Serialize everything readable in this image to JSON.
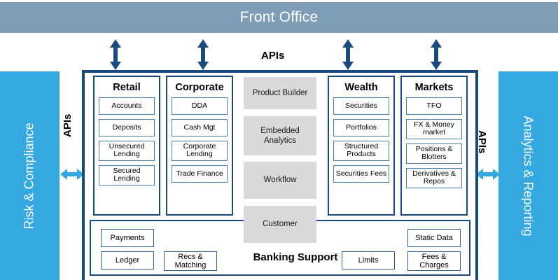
{
  "banner": {
    "title": "Front Office"
  },
  "rails": {
    "left": {
      "label": "Risk & Compliance"
    },
    "right": {
      "label": "Analytics & Reporting"
    }
  },
  "api_labels": {
    "top": "APIs",
    "left": "APIs",
    "right": "APIs"
  },
  "columns": [
    {
      "title": "Retail",
      "items": [
        "Accounts",
        "Deposits",
        "Unsecured Lending",
        "Secured Lending"
      ]
    },
    {
      "title": "Corporate",
      "items": [
        "DDA",
        "Cash Mgt",
        "Corporate Lending",
        "Trade Finance"
      ]
    },
    {
      "title": "Wealth",
      "items": [
        "Securities",
        "Portfolios",
        "Structured Products",
        "Securities Fees"
      ]
    },
    {
      "title": "Markets",
      "items": [
        "TFO",
        "FX & Money market",
        "Positions & Blotters",
        "Derivatives & Repos"
      ]
    }
  ],
  "center_services": [
    "Product Builder",
    "Embedded Analytics",
    "Workflow",
    "Customer"
  ],
  "support": {
    "title": "Banking Support",
    "items": [
      "Payments",
      "Ledger",
      "Recs & Matching",
      "Limits",
      "Static Data",
      "Fees & Charges"
    ]
  },
  "colors": {
    "banner": "#7f9cb8",
    "rail": "#35a8e0",
    "panel_border": "#1b4a7e",
    "chip_border": "#4a7fb5",
    "gray_box": "#d9d9d9",
    "arrow_dark": "#1b4a7e",
    "arrow_light": "#35a8e0"
  }
}
